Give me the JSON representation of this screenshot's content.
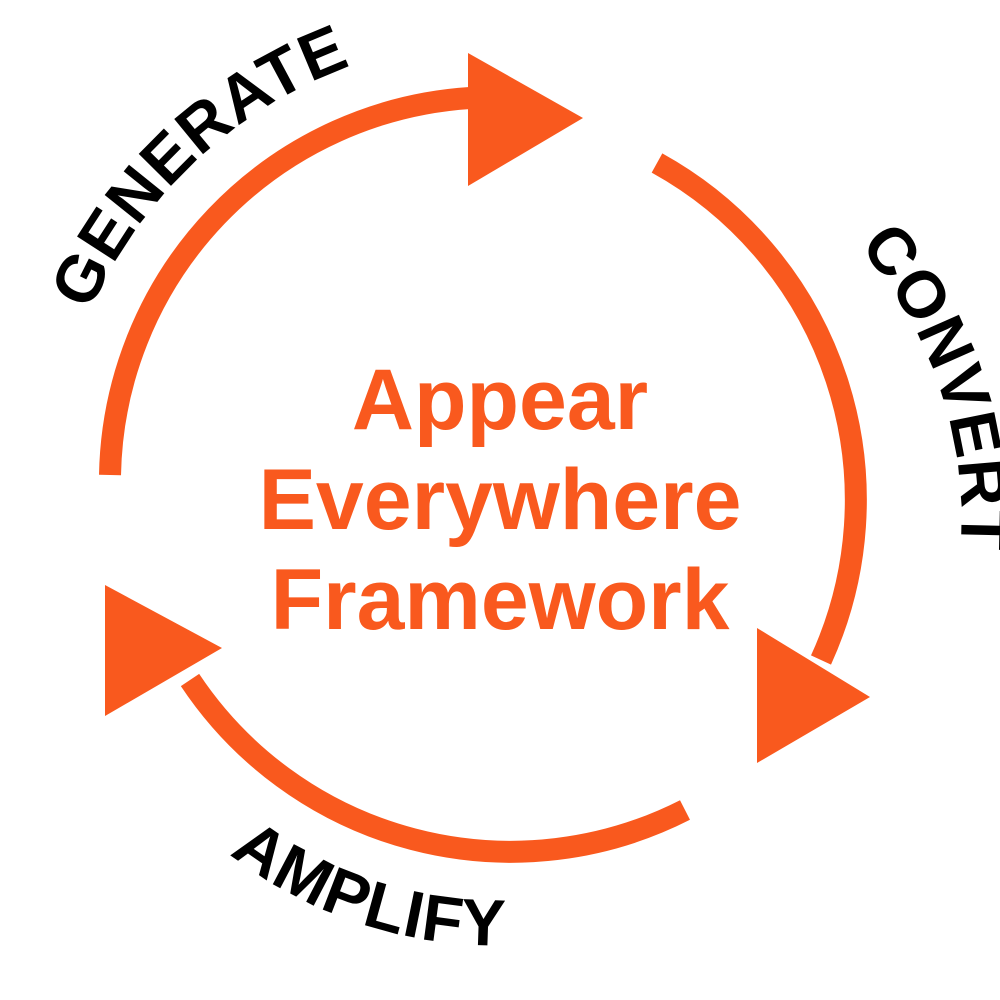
{
  "title": {
    "lines": [
      "Appear",
      "Everywhere",
      "Framework"
    ]
  },
  "stages": [
    {
      "label": "GENERATE"
    },
    {
      "label": "CONVERT"
    },
    {
      "label": "AMPLIFY"
    }
  ],
  "colors": {
    "accent": "#f9591e",
    "label": "#000000",
    "background": "#ffffff"
  }
}
